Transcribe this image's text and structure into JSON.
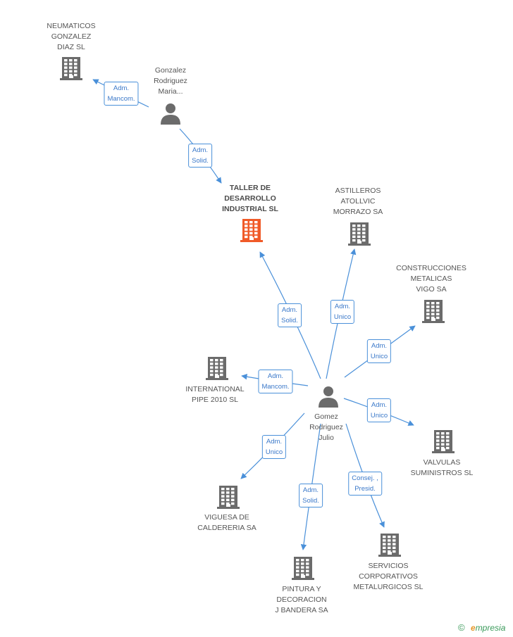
{
  "colors": {
    "edge": "#4a90d9",
    "focus_building": "#f05a28",
    "building": "#6b6b6b",
    "person": "#6b6b6b"
  },
  "nodes": [
    {
      "id": "neumaticos",
      "type": "company",
      "label": "NEUMATICOS\nGONZALEZ\nDIAZ  SL"
    },
    {
      "id": "gonzalez",
      "type": "person",
      "label": "Gonzalez\nRodriguez\nMaria..."
    },
    {
      "id": "taller",
      "type": "company",
      "focus": true,
      "label": "TALLER DE\nDESARROLLO\nINDUSTRIAL SL"
    },
    {
      "id": "astilleros",
      "type": "company",
      "label": "ASTILLEROS\nATOLLVIC\nMORRAZO SA"
    },
    {
      "id": "construcciones",
      "type": "company",
      "label": "CONSTRUCCIONES\nMETALICAS\nVIGO SA"
    },
    {
      "id": "international",
      "type": "company",
      "label": "INTERNATIONAL\nPIPE 2010 SL"
    },
    {
      "id": "gomez",
      "type": "person",
      "label": "Gomez\nRodriguez\nJulio"
    },
    {
      "id": "valvulas",
      "type": "company",
      "label": "VALVULAS\nSUMINISTROS SL"
    },
    {
      "id": "viguesa",
      "type": "company",
      "label": "VIGUESA DE\nCALDERERIA SA"
    },
    {
      "id": "servicios",
      "type": "company",
      "label": "SERVICIOS\nCORPORATIVOS\nMETALURGICOS SL"
    },
    {
      "id": "pintura",
      "type": "company",
      "label": "PINTURA Y\nDECORACION\nJ BANDERA SA"
    }
  ],
  "edges": [
    {
      "from": "gonzalez",
      "to": "neumaticos",
      "label": "Adm.\nMancom."
    },
    {
      "from": "gonzalez",
      "to": "taller",
      "label": "Adm.\nSolid."
    },
    {
      "from": "gomez",
      "to": "taller",
      "label": "Adm.\nSolid."
    },
    {
      "from": "gomez",
      "to": "astilleros",
      "label": "Adm.\nUnico"
    },
    {
      "from": "gomez",
      "to": "construcciones",
      "label": "Adm.\nUnico"
    },
    {
      "from": "gomez",
      "to": "international",
      "label": "Adm.\nMancom."
    },
    {
      "from": "gomez",
      "to": "valvulas",
      "label": "Adm.\nUnico"
    },
    {
      "from": "gomez",
      "to": "viguesa",
      "label": "Adm.\nUnico"
    },
    {
      "from": "gomez",
      "to": "pintura",
      "label": "Adm.\nSolid."
    },
    {
      "from": "gomez",
      "to": "servicios",
      "label": "Consej. ,\nPresid."
    }
  ],
  "footer": {
    "copyright": "©",
    "brand_first": "e",
    "brand_rest": "mpresia"
  }
}
